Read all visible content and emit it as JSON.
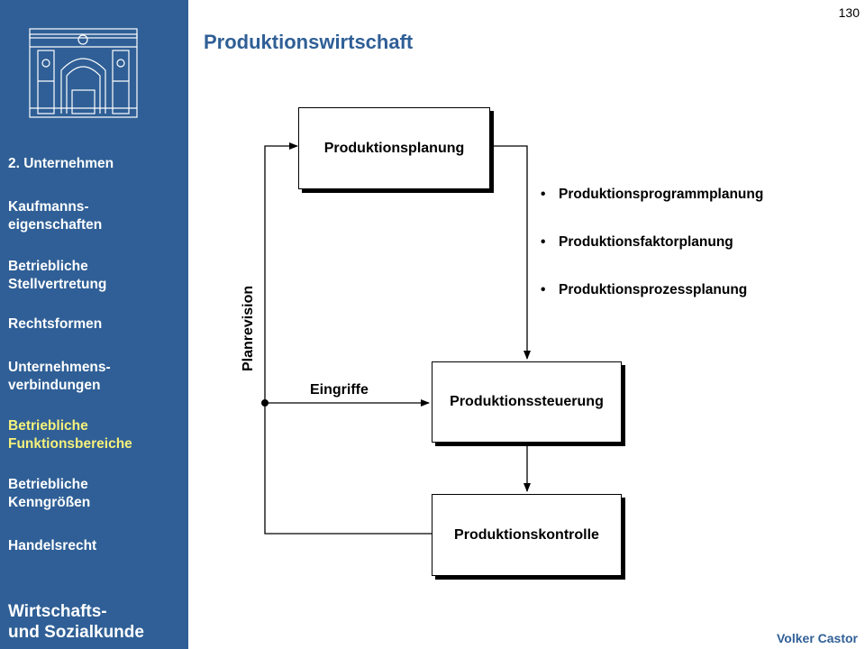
{
  "page_number": "130",
  "sidebar": {
    "items": [
      {
        "label": "2. Unternehmen",
        "active": false
      },
      {
        "label": "Kaufmanns-\neigenschaften",
        "active": false
      },
      {
        "label": "Betriebliche\nStellvertretung",
        "active": false
      },
      {
        "label": "Rechtsformen",
        "active": false
      },
      {
        "label": "Unternehmens-\nverbindungen",
        "active": false
      },
      {
        "label": "Betriebliche\nFunktionsbereiche",
        "active": true
      },
      {
        "label": "Betriebliche\nKenngrößen",
        "active": false
      },
      {
        "label": "Handelsrecht",
        "active": false
      }
    ],
    "footer_title": "Wirtschafts-\nund Sozialkunde"
  },
  "main": {
    "title": "Produktionswirtschaft",
    "author": "Volker Castor"
  },
  "diagram": {
    "nodes": {
      "planung": "Produktionsplanung",
      "steuerung": "Produktionssteuerung",
      "kontrolle": "Produktionskontrolle"
    },
    "edge_labels": {
      "eingriffe": "Eingriffe",
      "planrevision": "Planrevision"
    },
    "bullets": [
      "Produktionsprogrammplanung",
      "Produktionsfaktorplanung",
      "Produktionsprozessplanung"
    ]
  },
  "colors": {
    "sidebar": "#2f5f96",
    "active_item": "#f6f17a",
    "title": "#2f5f96"
  }
}
